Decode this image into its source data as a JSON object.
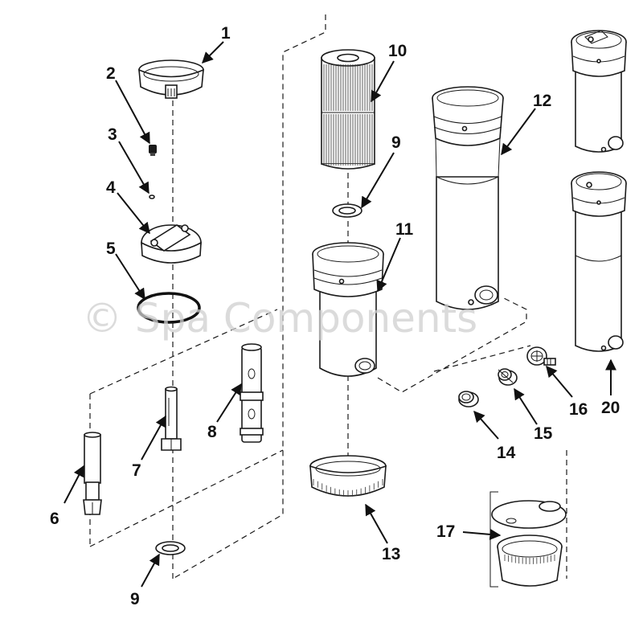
{
  "watermark": "© Spa Components",
  "callouts": [
    {
      "id": "1",
      "label": "1"
    },
    {
      "id": "2",
      "label": "2"
    },
    {
      "id": "3",
      "label": "3"
    },
    {
      "id": "4",
      "label": "4"
    },
    {
      "id": "5",
      "label": "5"
    },
    {
      "id": "6",
      "label": "6"
    },
    {
      "id": "7",
      "label": "7"
    },
    {
      "id": "8",
      "label": "8"
    },
    {
      "id": "9a",
      "label": "9"
    },
    {
      "id": "9b",
      "label": "9"
    },
    {
      "id": "10",
      "label": "10"
    },
    {
      "id": "11",
      "label": "11"
    },
    {
      "id": "12",
      "label": "12"
    },
    {
      "id": "13",
      "label": "13"
    },
    {
      "id": "14",
      "label": "14"
    },
    {
      "id": "15",
      "label": "15"
    },
    {
      "id": "16",
      "label": "16"
    },
    {
      "id": "17",
      "label": "17"
    },
    {
      "id": "20",
      "label": "20"
    }
  ],
  "colors": {
    "line": "#1a1a1a",
    "watermark": "#cfcfcf",
    "background": "#ffffff"
  }
}
